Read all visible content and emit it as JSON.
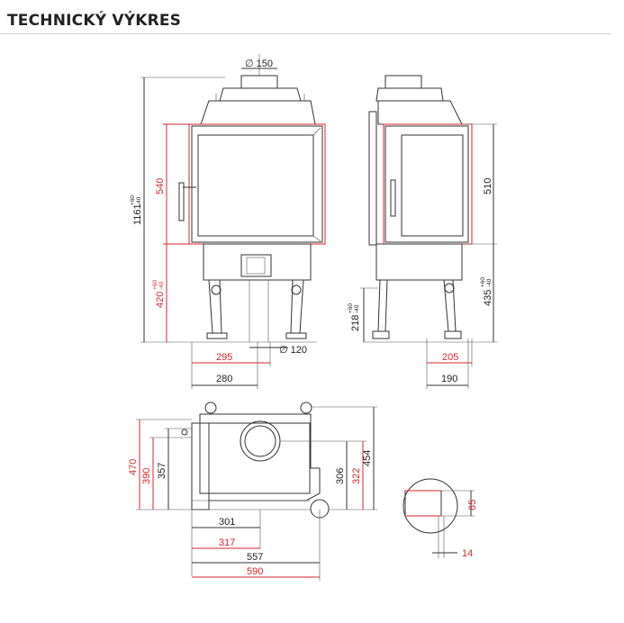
{
  "title": "TECHNICKÝ VÝKRES",
  "front_view": {
    "flue_diameter": "∅ 150",
    "total_height": "1161",
    "total_height_tol_plus": "+60",
    "total_height_tol_minus": "-40",
    "glass_height": "540",
    "bottom_height": "420",
    "bottom_height_tol_plus": "+60",
    "bottom_height_tol_minus": "-40",
    "inlet_diameter": "∅ 120",
    "width_red": "295",
    "width_black": "280"
  },
  "side_view": {
    "glass_height": "510",
    "bottom_height": "435",
    "bottom_height_tol_plus": "+60",
    "bottom_height_tol_minus": "-40",
    "leg_height": "218",
    "leg_height_tol_plus": "+60",
    "leg_height_tol_minus": "-40",
    "depth_red": "205",
    "depth_black": "190"
  },
  "top_view": {
    "left_red_outer": "470",
    "left_red_inner": "390",
    "left_black": "357",
    "right_black_inner": "306",
    "right_red": "322",
    "right_black_outer": "454",
    "bottom_301": "301",
    "bottom_317": "317",
    "bottom_557": "557",
    "bottom_590": "590"
  },
  "detail_view": {
    "height": "65",
    "width": "14"
  },
  "colors": {
    "line": "#333333",
    "dimension_red": "#d9262c",
    "rule": "#cfcfcf"
  }
}
